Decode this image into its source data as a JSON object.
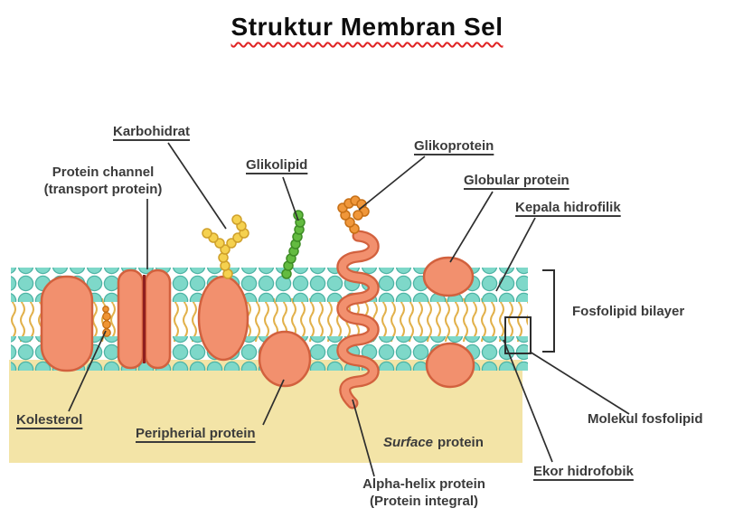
{
  "title": "Struktur Membran Sel",
  "labels": {
    "karbohidrat": "Karbohidrat",
    "glikolipid": "Glikolipid",
    "glikoprotein": "Glikoprotein",
    "protein_channel_1": "Protein channel",
    "protein_channel_2": "(transport protein)",
    "globular_protein": "Globular protein",
    "kepala_hidrofilik": "Kepala hidrofilik",
    "fosfolipid_bilayer": "Fosfolipid bilayer",
    "kolesterol": "Kolesterol",
    "peripherial_protein": "Peripherial protein",
    "surface_protein_italic": "Surface",
    "surface_protein_rest": "protein",
    "molekul_fosfolipid": "Molekul fosfolipid",
    "alpha_helix_1": "Alpha-helix protein",
    "alpha_helix_2": "(Protein integral)",
    "ekor_hidrofobik": "Ekor hidrofobik"
  },
  "colors": {
    "title_text": "#0d0d0d",
    "title_wavy_underline": "#e02424",
    "label_text": "#3b3b3b",
    "phospholipid_head": "#7ed8c9",
    "phospholipid_head_stroke": "#4db3a4",
    "phospholipid_tail": "#e2b14b",
    "cytoplasm": "#f3e4a7",
    "protein_fill": "#f2906e",
    "protein_stroke": "#d2613e",
    "carbohydrate": "#f5d14f",
    "glikolipid_chain": "#63bb40",
    "glikoprotein_chain": "#f0973a",
    "kolesterol_molecule": "#ef9433",
    "connector": "#2e2e2e"
  }
}
